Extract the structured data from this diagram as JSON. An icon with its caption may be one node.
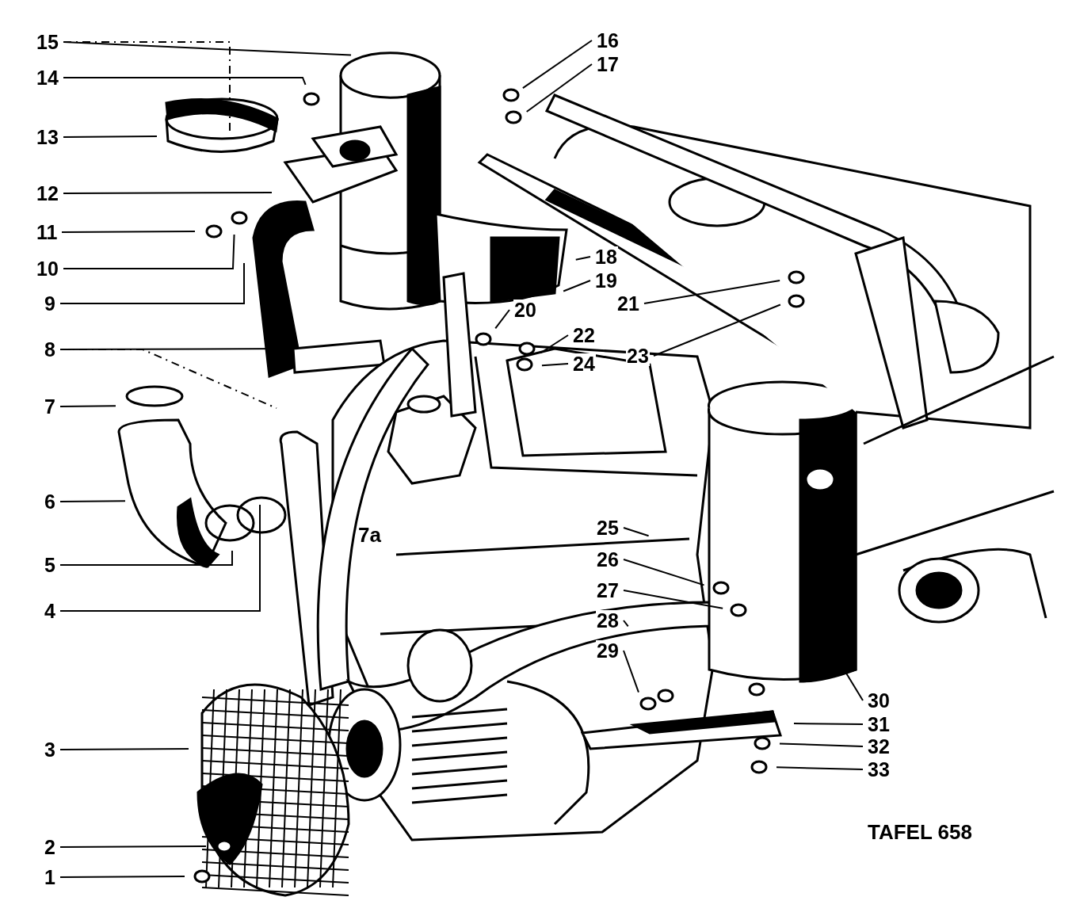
{
  "diagram": {
    "nodes": [
      {
        "text": [
          "1"
        ]
      },
      {
        "text": [
          "2"
        ]
      },
      {
        "text": [
          "3"
        ]
      },
      {
        "text": [
          "4"
        ]
      },
      {
        "text": [
          "5"
        ]
      },
      {
        "text": [
          "6"
        ]
      },
      {
        "text": [
          "7"
        ]
      },
      {
        "text": [
          "8"
        ]
      },
      {
        "text": [
          "9"
        ]
      },
      {
        "text": [
          "10"
        ]
      },
      {
        "text": [
          "11"
        ]
      },
      {
        "text": [
          "12"
        ]
      },
      {
        "text": [
          "13"
        ]
      },
      {
        "text": [
          "14"
        ]
      },
      {
        "text": [
          "15"
        ]
      },
      {
        "text": [
          "16"
        ]
      },
      {
        "text": [
          "17"
        ]
      },
      {
        "text": [
          "18"
        ]
      },
      {
        "text": [
          "19"
        ]
      },
      {
        "text": [
          "20"
        ]
      },
      {
        "text": [
          "21"
        ]
      },
      {
        "text": [
          "22"
        ]
      },
      {
        "text": [
          "23"
        ]
      },
      {
        "text": [
          "24"
        ]
      },
      {
        "text": [
          "25"
        ]
      },
      {
        "text": [
          "26"
        ]
      },
      {
        "text": [
          "27"
        ]
      },
      {
        "text": [
          "28"
        ]
      },
      {
        "text": [
          "29"
        ]
      },
      {
        "text": [
          "30"
        ]
      },
      {
        "text": [
          "31"
        ]
      },
      {
        "text": [
          "32"
        ]
      },
      {
        "text": [
          "33"
        ]
      }
    ],
    "edges": [
      {
        "from": 0,
        "to": null,
        "arrow": "none"
      },
      {
        "from": 1,
        "to": null,
        "arrow": "none"
      },
      {
        "from": 2,
        "to": null,
        "arrow": "none"
      },
      {
        "from": 3,
        "to": null,
        "arrow": "none"
      },
      {
        "from": 4,
        "to": null,
        "arrow": "none"
      },
      {
        "from": 5,
        "to": null,
        "arrow": "none"
      },
      {
        "from": 6,
        "to": null,
        "arrow": "none"
      },
      {
        "from": 7,
        "to": null,
        "arrow": "none"
      },
      {
        "from": 7,
        "to": null,
        "arrow": "none",
        "style": "dashed"
      },
      {
        "from": 8,
        "to": null,
        "arrow": "none"
      },
      {
        "from": 9,
        "to": null,
        "arrow": "none"
      },
      {
        "from": 10,
        "to": null,
        "arrow": "none"
      },
      {
        "from": 11,
        "to": null,
        "arrow": "none"
      },
      {
        "from": 12,
        "to": null,
        "arrow": "none"
      },
      {
        "from": 13,
        "to": null,
        "arrow": "none"
      },
      {
        "from": 14,
        "to": null,
        "arrow": "none"
      },
      {
        "from": 14,
        "to": null,
        "arrow": "none",
        "style": "dashed"
      },
      {
        "from": 15,
        "to": null,
        "arrow": "none"
      },
      {
        "from": 16,
        "to": null,
        "arrow": "none"
      },
      {
        "from": 17,
        "to": null,
        "arrow": "none"
      },
      {
        "from": 18,
        "to": null,
        "arrow": "none"
      },
      {
        "from": 19,
        "to": null,
        "arrow": "none"
      },
      {
        "from": 20,
        "to": null,
        "arrow": "none"
      },
      {
        "from": 21,
        "to": null,
        "arrow": "none"
      },
      {
        "from": 22,
        "to": null,
        "arrow": "none"
      },
      {
        "from": 23,
        "to": null,
        "arrow": "none"
      },
      {
        "from": 24,
        "to": null,
        "arrow": "none"
      },
      {
        "from": 25,
        "to": null,
        "arrow": "none"
      },
      {
        "from": 26,
        "to": null,
        "arrow": "none"
      },
      {
        "from": 27,
        "to": null,
        "arrow": "none"
      },
      {
        "from": 28,
        "to": null,
        "arrow": "none"
      },
      {
        "from": 29,
        "to": null,
        "arrow": "none"
      },
      {
        "from": 30,
        "to": null,
        "arrow": "none"
      },
      {
        "from": 31,
        "to": null,
        "arrow": "none"
      },
      {
        "from": 32,
        "to": null,
        "arrow": "none"
      }
    ],
    "labels": [
      "7a",
      "TAFEL 658"
    ]
  }
}
